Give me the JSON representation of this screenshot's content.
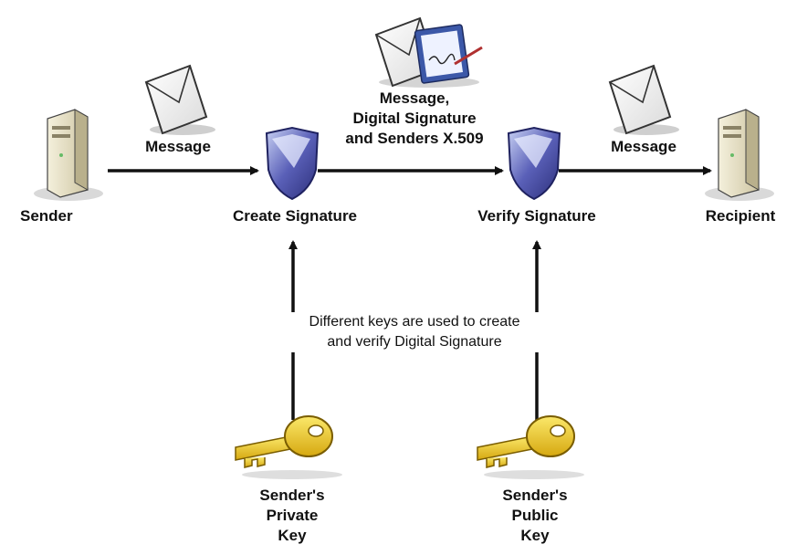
{
  "nodes": {
    "sender": "Sender",
    "create_signature": "Create Signature",
    "verify_signature": "Verify Signature",
    "recipient": "Recipient"
  },
  "edges": {
    "message_left": "Message",
    "message_right": "Message",
    "signed_bundle": [
      "Message,",
      "Digital Signature",
      "and Senders X.509"
    ]
  },
  "note": [
    "Different keys are used to create",
    "and verify Digital Signature"
  ],
  "keys": {
    "private": [
      "Sender's",
      "Private",
      "Key"
    ],
    "public": [
      "Sender's",
      "Public",
      "Key"
    ]
  },
  "colors": {
    "arrow": "#111111",
    "key_gold": "#f1d21c",
    "shield_blue": "#3a3f9a",
    "server_beige": "#e8e2c8"
  },
  "icons": [
    "server-icon",
    "envelope-icon",
    "signed-document-icon",
    "shield-icon",
    "key-icon"
  ]
}
